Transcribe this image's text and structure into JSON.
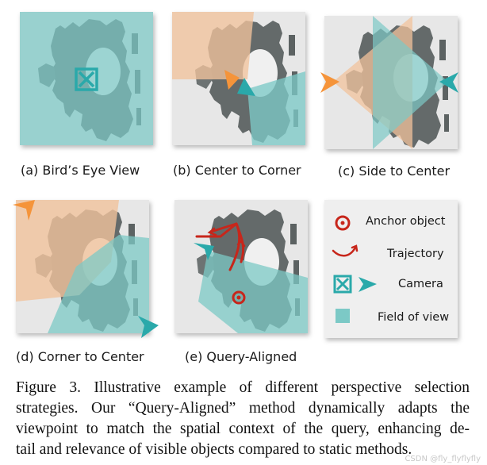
{
  "panels": [
    {
      "label": "(a) Bird’s Eye View"
    },
    {
      "label": "(b) Center to Corner"
    },
    {
      "label": "(c) Side to Center"
    },
    {
      "label": "(d) Corner to Center"
    },
    {
      "label": "(e) Query-Aligned"
    }
  ],
  "legend": {
    "anchor": "Anchor object",
    "trajectory": "Trajectory",
    "camera": "Camera",
    "fov": "Field of view"
  },
  "colors": {
    "teal": "#2aa9aa",
    "teal_fov": "#7cc9c6",
    "orange": "#f5943a",
    "orange_fov": "#f1c39c",
    "red": "#c7261b",
    "room": "#646a6a",
    "panel_bg": "#e7e7e7"
  },
  "caption": {
    "lines": [
      "Figure 3.  Illustrative example of different perspective selection",
      "strategies. Our “Query-Aligned” method dynamically adapts the",
      "viewpoint to match the spatial context of the query, enhancing de-",
      "tail and relevance of visible objects compared to static methods."
    ]
  },
  "watermark": "CSDN @fly_flyflyfly"
}
